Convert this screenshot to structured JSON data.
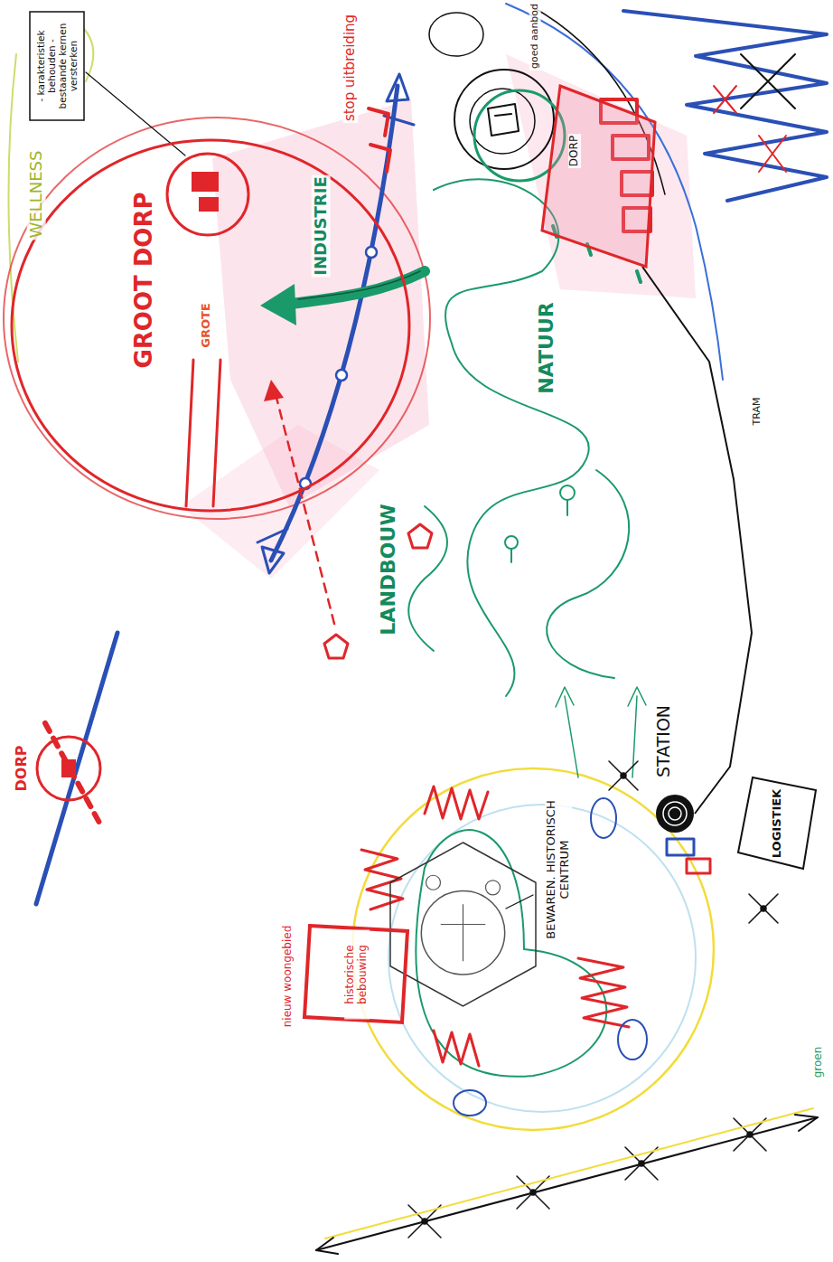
{
  "diagram": {
    "nodes": [
      {
        "text": [
          "- karakteristiek behouden - bestaande kernen versterken"
        ]
      },
      {
        "text": [
          "GROOT DORP"
        ]
      },
      {
        "text": [
          "DORP"
        ]
      },
      {
        "text": [
          "DORP"
        ]
      },
      {
        "text": [
          "STATION"
        ]
      },
      {
        "text": [
          "LOGISTIEK"
        ]
      },
      {
        "text": [
          "BEWAREN. HISTORISCH CENTRUM"
        ]
      },
      {
        "text": [
          "historische bebouwing",
          "nieuw woongebied"
        ]
      }
    ],
    "edges": [
      {
        "from": 4,
        "to": 2,
        "arrow": "none"
      }
    ],
    "labels": [
      "goed aanbod",
      "stop uitbreiding",
      "WELLNESS",
      "INDUSTRIE",
      "GROTE",
      "NATUUR",
      "TRAM",
      "LANDBOUW",
      "groen"
    ]
  }
}
